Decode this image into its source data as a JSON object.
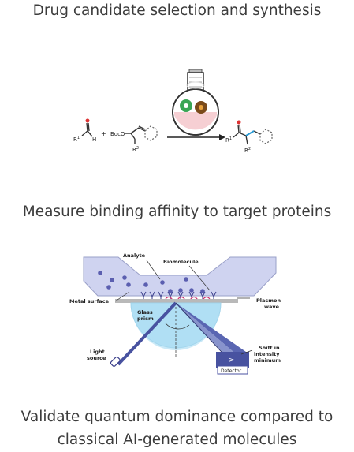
{
  "sections": [
    {
      "heading": "Drug candidate selection and synthesis"
    },
    {
      "heading": "Measure binding affinity to target proteins"
    },
    {
      "heading_line1": "Validate quantum dominance compared to",
      "heading_line2": "classical AI-generated molecules"
    }
  ],
  "reaction": {
    "reagent_left_label": "R",
    "reagent_left_sup": "1",
    "reagent_left_h": "H",
    "plus": "+",
    "boc_label": "BocO",
    "r2_label": "R",
    "r2_sup": "2",
    "product_r1": "R",
    "product_r1_sup": "1",
    "product_r2": "R",
    "product_r2_sup": "2"
  },
  "spr": {
    "analyte": "Analyte",
    "biomolecule": "Biomolecule",
    "metal_surface": "Metal surface",
    "plasmon_wave_line1": "Plasmon",
    "plasmon_wave_line2": "wave",
    "glass_prism_line1": "Glass",
    "glass_prism_line2": "prism",
    "light_source_line1": "Light",
    "light_source_line2": "source",
    "shift_line1": "Shift in",
    "shift_line2": "intensity",
    "shift_line3": "minimum",
    "detector": "Detector",
    "detector_symbol": ">"
  }
}
